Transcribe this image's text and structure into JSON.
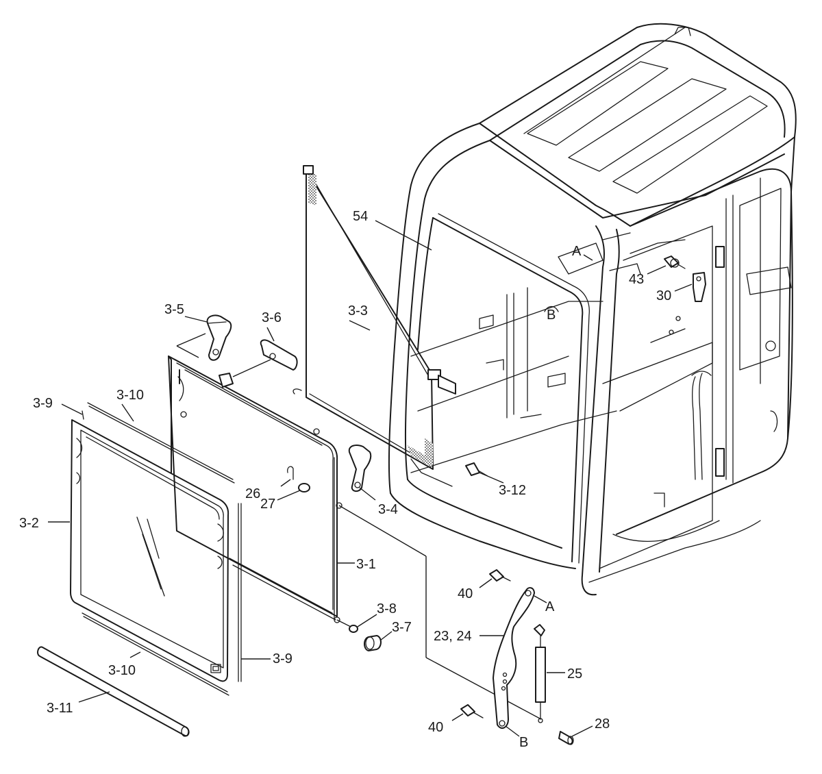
{
  "labels": {
    "l54": "54",
    "lA_top": "A",
    "l43": "43",
    "l30": "30",
    "lB_top": "B",
    "l3_5": "3-5",
    "l3_6": "3-6",
    "l3_3": "3-3",
    "l3_10a": "3-10",
    "l3_9a": "3-9",
    "l3_2": "3-2",
    "l26": "26",
    "l27": "27",
    "l3_4": "3-4",
    "l3_12": "3-12",
    "l3_1": "3-1",
    "l40a": "40",
    "lA_bot": "A",
    "l3_8": "3-8",
    "l3_7": "3-7",
    "l23_24": "23, 24",
    "l25": "25",
    "l3_9b": "3-9",
    "l3_10b": "3-10",
    "l3_11": "3-11",
    "l40b": "40",
    "l28": "28",
    "lB_bot": "B"
  }
}
